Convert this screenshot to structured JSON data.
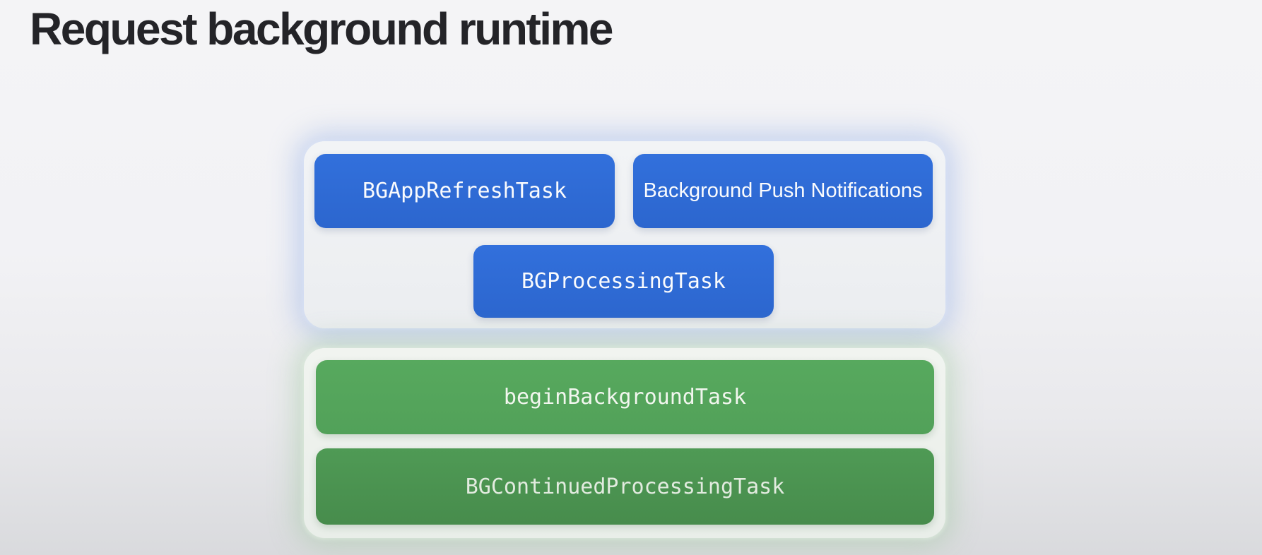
{
  "slide": {
    "title": "Request background runtime"
  },
  "groups": [
    {
      "name": "scheduled-background-tasks",
      "glow_color": "#8ca8e4",
      "boxes": [
        {
          "label": "BGAppRefreshTask",
          "style": "code",
          "color": "#2e6ad2"
        },
        {
          "label": "Background Push Notifications",
          "style": "text",
          "color": "#2e6ad2"
        },
        {
          "label": "BGProcessingTask",
          "style": "code",
          "color": "#2e6ad2"
        }
      ]
    },
    {
      "name": "runtime-extension-tasks",
      "glow_color": "#96c496",
      "boxes": [
        {
          "label": "beginBackgroundTask",
          "style": "code",
          "color": "#55a75c"
        },
        {
          "label": "BGContinuedProcessingTask",
          "style": "code",
          "color": "#4c9452"
        }
      ]
    }
  ],
  "colors": {
    "background_top": "#f4f4f6",
    "background_bottom": "#d9dadd",
    "title_text": "#242428",
    "box_text": "#fafbfd",
    "blue_box": "#2e6ad2",
    "green_box_light": "#55a75c",
    "green_box_dark": "#4c9452"
  }
}
